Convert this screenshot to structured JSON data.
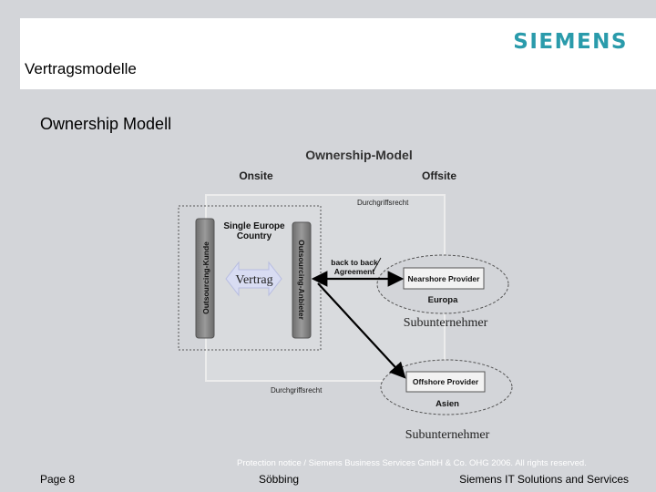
{
  "header": {
    "logo": "SIEMENS",
    "title": "Vertragsmodelle"
  },
  "subtitle": "Ownership Modell",
  "diagram": {
    "title": "Ownership-Model",
    "onsite": "Onsite",
    "offsite": "Offsite",
    "durchgriffsrecht_top": "Durchgriffsrecht",
    "durchgriffsrecht_bottom": "Durchgriffsrecht",
    "single_europe_line1": "Single Europe",
    "single_europe_line2": "Country",
    "kunde": "Outsourcing-Kunde",
    "anbieter": "Outsourcing-Anbieter",
    "vertrag": "Vertrag",
    "b2b_line1": "back to back",
    "b2b_line2": "Agreement",
    "nearshore": "Nearshore Provider",
    "europa": "Europa",
    "sub1": "Subunternehmer",
    "offshore": "Offshore Provider",
    "asien": "Asien",
    "sub2": "Subunternehmer"
  },
  "footer": {
    "notice": "Protection notice / Siemens Business Services GmbH & Co. OHG 2006. All rights reserved.",
    "page": "Page 8",
    "author": "Söbbing",
    "company": "Siemens IT Solutions and Services"
  }
}
